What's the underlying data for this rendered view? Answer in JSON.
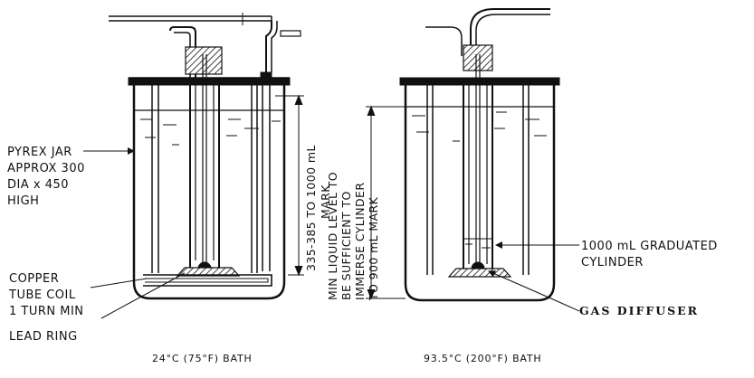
{
  "labels": {
    "pyrex_jar": [
      "PYREX JAR",
      "APPROX 300",
      "DIA x  450",
      "HIGH"
    ],
    "copper_coil": [
      "COPPER",
      "TUBE COIL",
      "1 TURN MIN"
    ],
    "lead_ring": "LEAD RING",
    "fill_range": [
      "335-385 TO 1000 mL",
      "MARK"
    ],
    "min_liquid": [
      "MIN LIQUID LEVEL TO",
      "BE SUFFICIENT TO",
      "IMMERSE CYLINDER",
      "TO 900 mL MARK"
    ],
    "graduated_cylinder": [
      "1000 mL GRADUATED",
      "CYLINDER"
    ],
    "gas_diffuser": "GAS DIFFUSER"
  },
  "captions": {
    "left_bath": "24°C (75°F) BATH",
    "right_bath": "93.5°C (200°F) BATH"
  }
}
